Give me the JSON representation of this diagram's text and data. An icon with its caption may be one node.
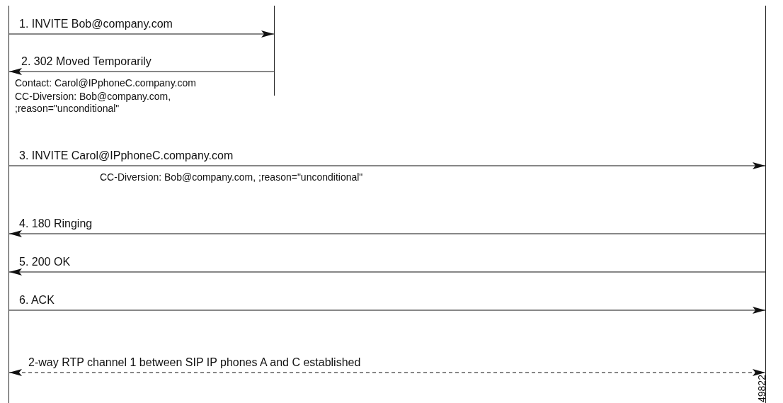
{
  "diagram": {
    "nodes": [
      {
        "text": [],
        "shape": "line"
      },
      {
        "text": [],
        "shape": "line"
      },
      {
        "text": [],
        "shape": "line"
      }
    ],
    "edges": [
      {
        "from": 0,
        "to": 1,
        "arrow": "to",
        "label": "1. INVITE Bob@company.com"
      },
      {
        "from": 1,
        "to": 0,
        "arrow": "to",
        "label": "2. 302 Moved Temporarily"
      },
      {
        "from": 0,
        "to": 2,
        "arrow": "to",
        "label": "3. INVITE Carol@IPphoneC.company.com"
      },
      {
        "from": 2,
        "to": 0,
        "arrow": "to",
        "label": "4. 180 Ringing"
      },
      {
        "from": 2,
        "to": 0,
        "arrow": "to",
        "label": "5. 200 OK"
      },
      {
        "from": 0,
        "to": 2,
        "arrow": "to",
        "label": "6. ACK"
      },
      {
        "from": 0,
        "to": 2,
        "arrow": "both",
        "style": "dashed",
        "label": "2-way RTP channel 1 between SIP IP phones A and C established"
      }
    ],
    "labels": [
      "Contact: Carol@IPphoneC.company.com",
      "CC-Diversion: Bob@company.com, ;reason=\"unconditional\"",
      "CC-Diversion: Bob@company.com, ;reason=\"unconditional\"",
      "49822"
    ]
  }
}
